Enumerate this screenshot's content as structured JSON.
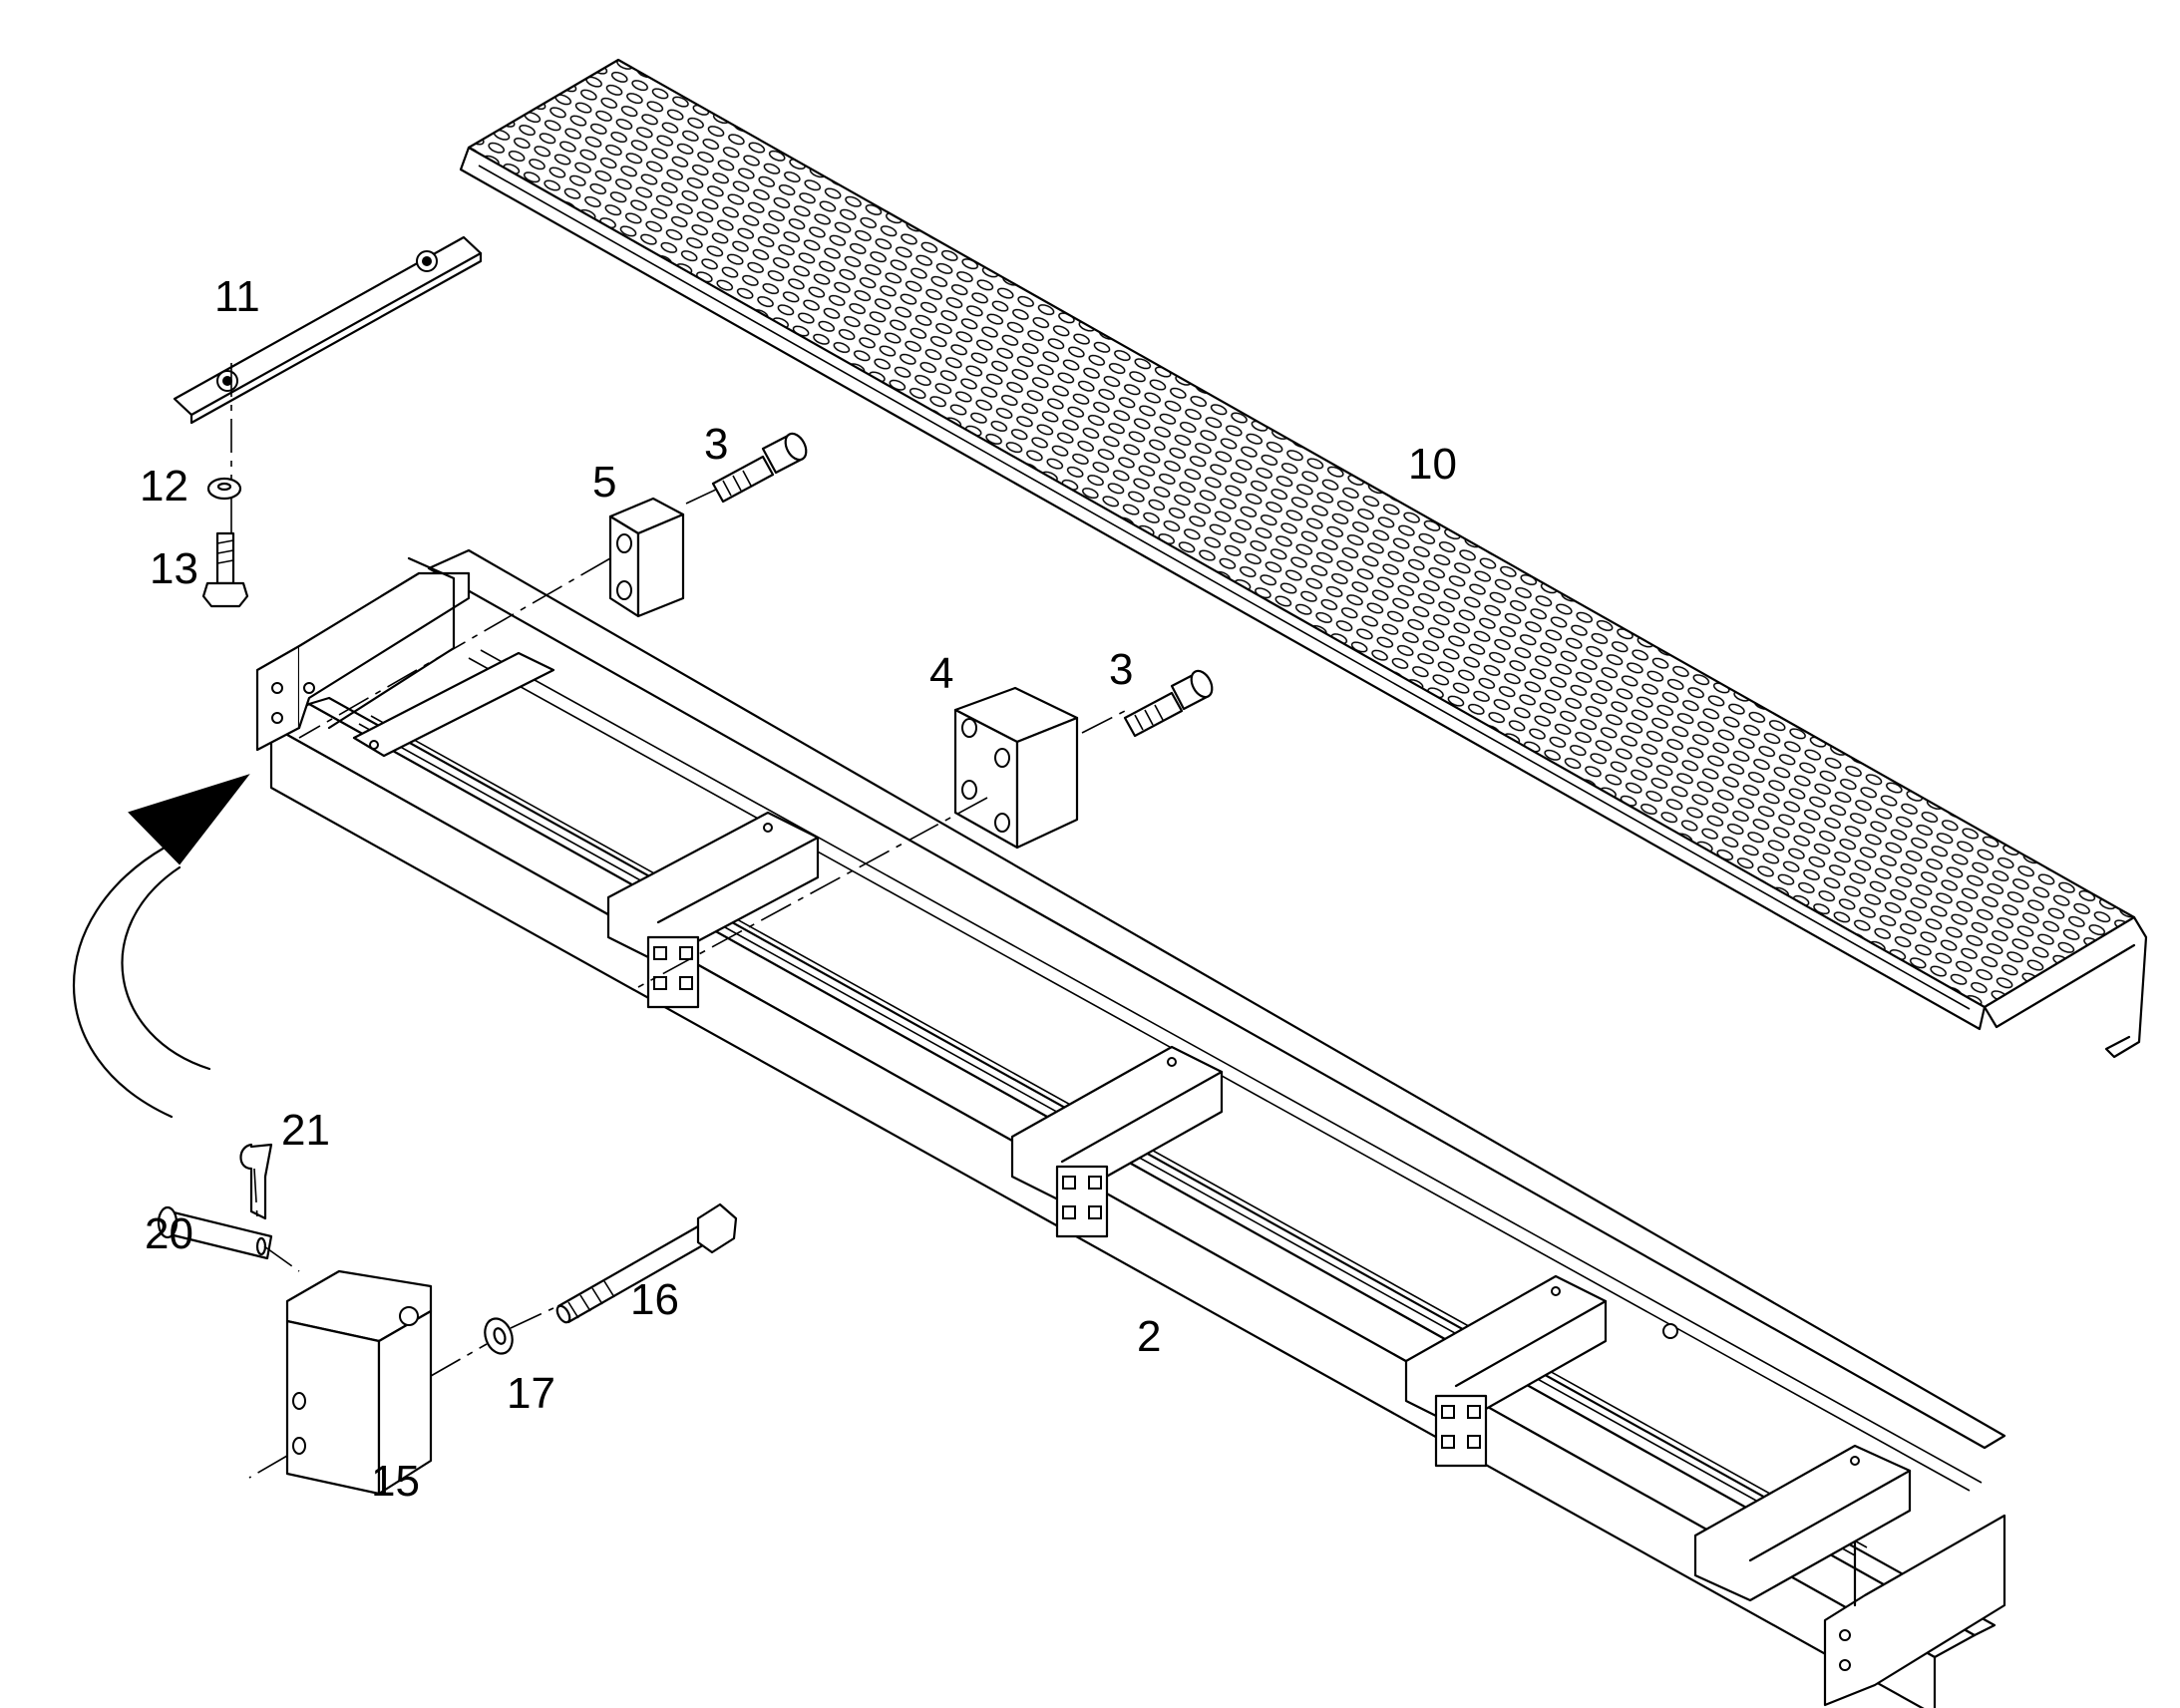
{
  "diagram": {
    "callouts": {
      "p2": "2",
      "p3a": "3",
      "p3b": "3",
      "p4": "4",
      "p5": "5",
      "p10": "10",
      "p11": "11",
      "p12": "12",
      "p13": "13",
      "p15": "15",
      "p16": "16",
      "p17": "17",
      "p20": "20",
      "p21": "21"
    }
  }
}
